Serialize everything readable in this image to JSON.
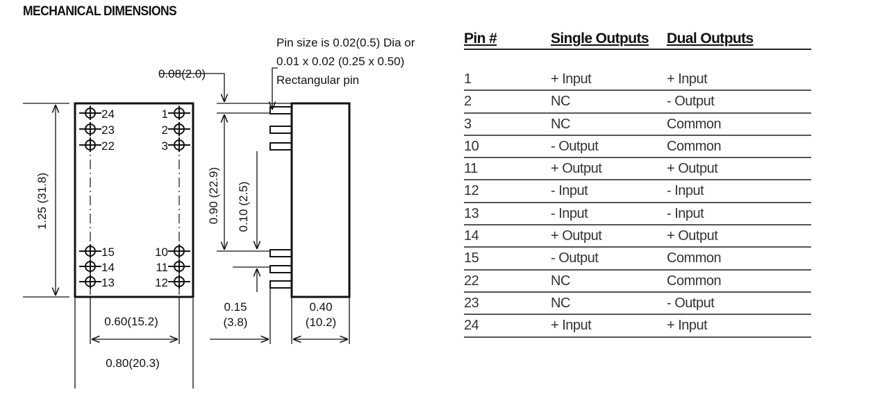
{
  "title": "MECHANICAL DIMENSIONS",
  "drawing": {
    "pin_note": [
      "Pin size is 0.02(0.5) Dia or",
      "0.01 x 0.02 (0.25 x 0.50)",
      "Rectangular pin"
    ],
    "dim_pin_offset": "0.08(2.0)",
    "dim_height": "1.25 (31.8)",
    "dim_pin_span": "0.90 (22.9)",
    "dim_pin_pitch": "0.10 (2.5)",
    "dim_pin_length": [
      "0.15",
      "(3.8)"
    ],
    "dim_depth": [
      "0.40",
      "(10.2)"
    ],
    "dim_pin_row_width": "0.60(15.2)",
    "dim_width": "0.80(20.3)",
    "pins_left": [
      "24",
      "23",
      "22",
      "15",
      "14",
      "13"
    ],
    "pins_right": [
      "1",
      "2",
      "3",
      "10",
      "11",
      "12"
    ]
  },
  "pin_table": {
    "headers": [
      "Pin #",
      "Single Outputs",
      "Dual Outputs"
    ],
    "rows": [
      [
        "1",
        "+ Input",
        "+ Input"
      ],
      [
        "2",
        "NC",
        "- Output"
      ],
      [
        "3",
        "NC",
        "Common"
      ],
      [
        "10",
        "- Output",
        "Common"
      ],
      [
        "11",
        "+ Output",
        "+ Output"
      ],
      [
        "12",
        "- Input",
        "- Input"
      ],
      [
        "13",
        "- Input",
        "- Input"
      ],
      [
        "14",
        "+ Output",
        "+ Output"
      ],
      [
        "15",
        "- Output",
        "Common"
      ],
      [
        "22",
        "NC",
        "Common"
      ],
      [
        "23",
        "NC",
        "- Output"
      ],
      [
        "24",
        "+ Input",
        "+ Input"
      ]
    ]
  }
}
